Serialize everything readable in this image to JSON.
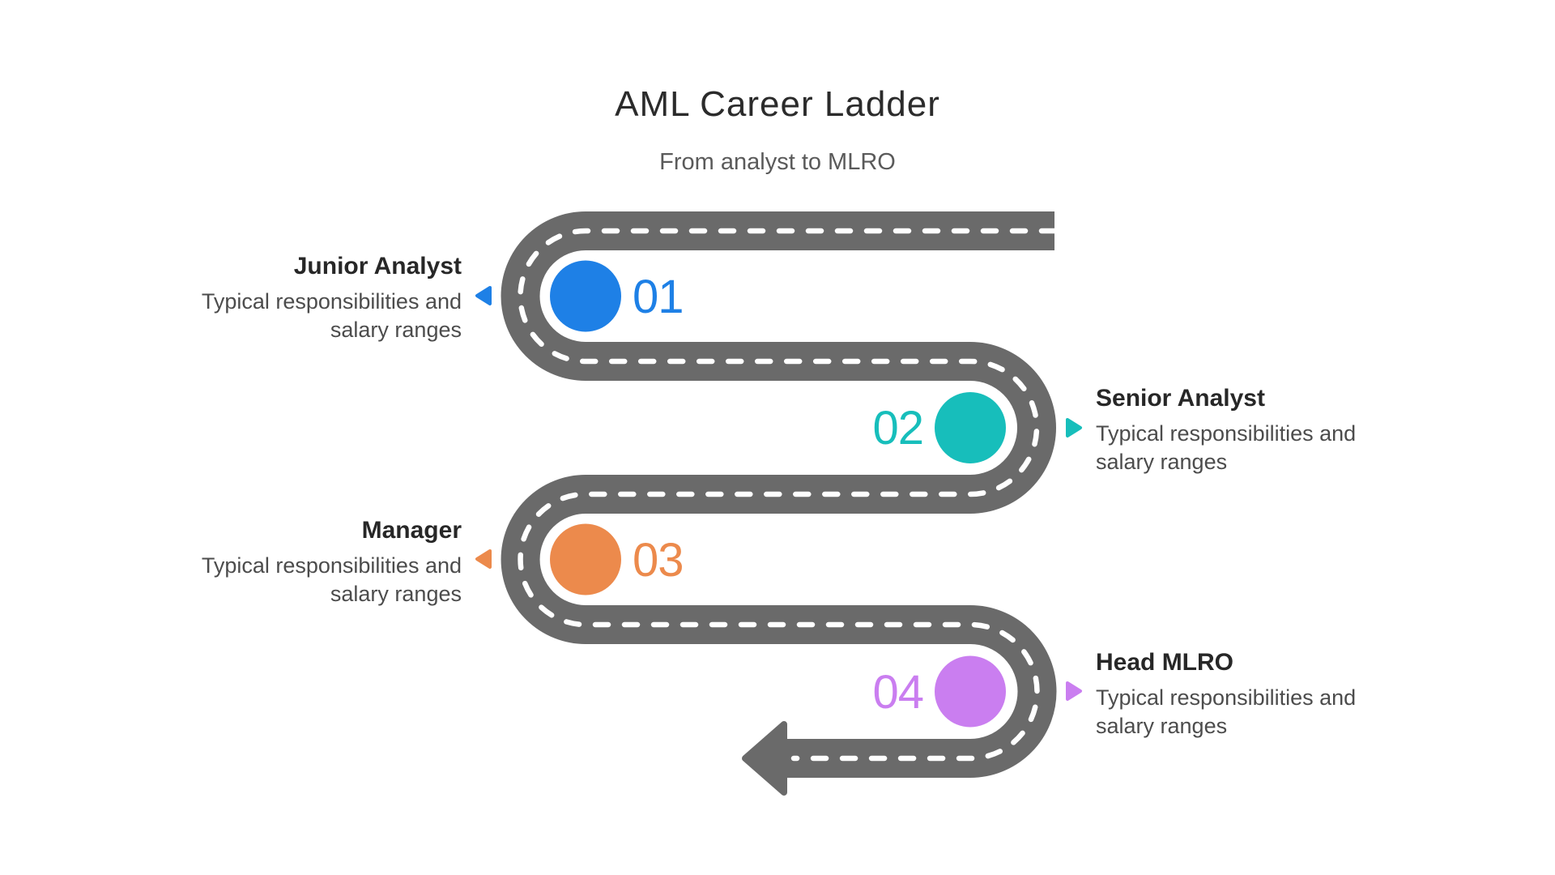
{
  "header": {
    "title": "AML Career Ladder",
    "subtitle": "From analyst to MLRO"
  },
  "road": {
    "color": "#6a6a6a",
    "marking_color": "#ffffff"
  },
  "milestones": [
    {
      "number": "01",
      "title": "Junior Analyst",
      "desc_line1": "Typical responsibilities and",
      "desc_line2": "salary ranges",
      "color": "#1e80e6",
      "side": "left"
    },
    {
      "number": "02",
      "title": "Senior Analyst",
      "desc_line1": "Typical responsibilities and",
      "desc_line2": "salary ranges",
      "color": "#17bebb",
      "side": "right"
    },
    {
      "number": "03",
      "title": "Manager",
      "desc_line1": "Typical responsibilities and",
      "desc_line2": "salary ranges",
      "color": "#ec8a4c",
      "side": "left"
    },
    {
      "number": "04",
      "title": "Head MLRO",
      "desc_line1": "Typical responsibilities and",
      "desc_line2": "salary ranges",
      "color": "#ca7ef0",
      "side": "right"
    }
  ]
}
